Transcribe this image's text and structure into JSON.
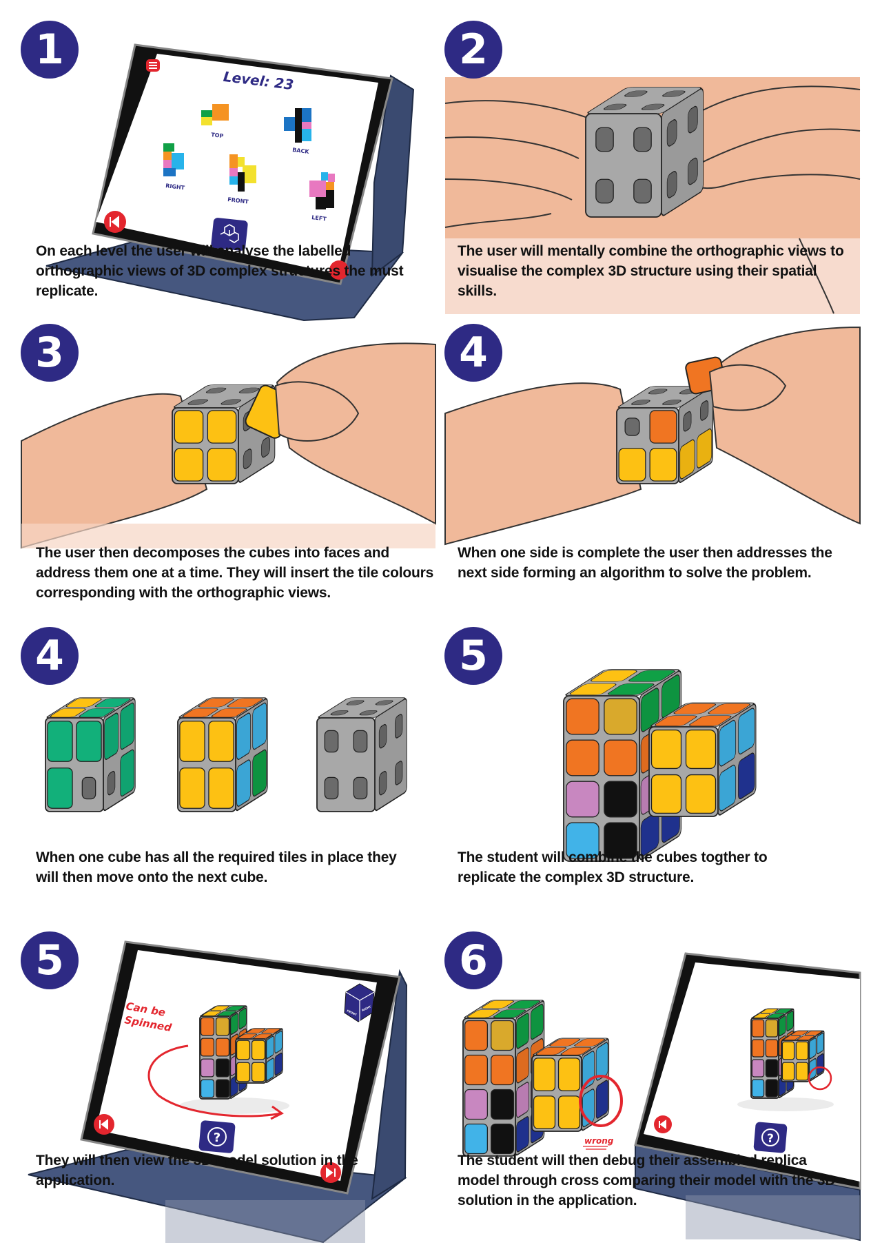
{
  "steps": [
    {
      "number": "1",
      "caption": "On each level the user will analyse the labelled orthographic views of 3D complex structures the must replicate."
    },
    {
      "number": "2",
      "caption": "The user will mentally combine the orthographic views to visualise the complex 3D structure using their spatial skills."
    },
    {
      "number": "3",
      "caption": "The user then decomposes the cubes into faces and address them one at a time. They will insert the tile colours corresponding with the orthographic views."
    },
    {
      "number": "4",
      "caption": "When one side is complete the user then addresses the next side forming an algorithm to solve the problem."
    },
    {
      "number": "4",
      "caption": "When one cube has all the required tiles in place they will then move onto the next cube."
    },
    {
      "number": "5",
      "caption": "The student will combine the cubes togther to replicate the complex 3D structure."
    },
    {
      "number": "5",
      "caption": "They will then view the 3D model solution in the application."
    },
    {
      "number": "6",
      "caption": "The student will then debug their assembled replica model through cross comparing their model with the 3D solution in the application."
    }
  ],
  "screen1": {
    "level": "Level: 23",
    "labels": {
      "top": "TOP",
      "back": "BACK",
      "right": "RIGHT",
      "front": "FRONT",
      "left": "LEFT"
    }
  },
  "screen5": {
    "annotation_line1": "Can be",
    "annotation_line2": "Spinned",
    "help": "?",
    "cube_icon_labels": [
      "FRONT",
      "RIGHT"
    ]
  },
  "step6": {
    "annotation": "wrong",
    "help": "?"
  },
  "palette": {
    "badge": "#2e2a84",
    "O": "#f07522",
    "Y": "#fdc113",
    "G": "#10a046",
    "T": "#12b07a",
    "B": "#41b3e8",
    "N": "#223699",
    "P": "#c887c0",
    "K": "#111111",
    "M": "#d9a92c",
    "H": "#6b6b6b",
    "body": "#a8a8a8",
    "skin": "#f0b99a",
    "accent_red": "#e3262e",
    "stand": "#3f5278"
  }
}
